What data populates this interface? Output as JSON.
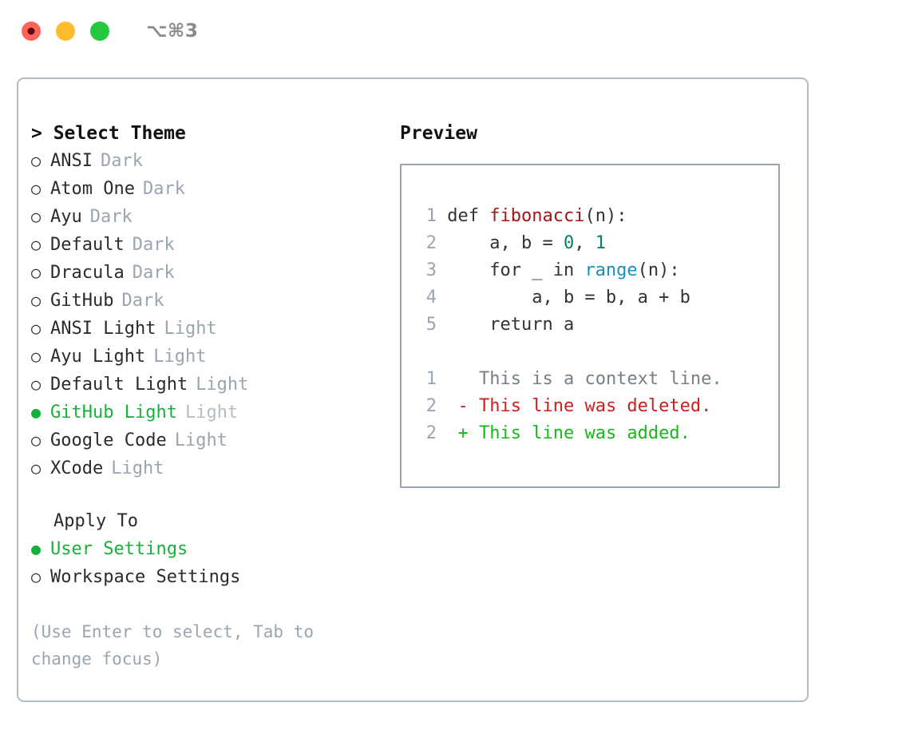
{
  "titlebar": {
    "shortcut": "⌥⌘3",
    "buttons": [
      {
        "name": "close",
        "color": "#ff635b"
      },
      {
        "name": "minimize",
        "color": "#ffbd2e"
      },
      {
        "name": "maximize",
        "color": "#25c940"
      }
    ]
  },
  "theme_section": {
    "heading": "> Select Theme",
    "items": [
      {
        "bullet": "○",
        "label": "ANSI",
        "tag": "Dark",
        "selected": false
      },
      {
        "bullet": "○",
        "label": "Atom One",
        "tag": "Dark",
        "selected": false
      },
      {
        "bullet": "○",
        "label": "Ayu",
        "tag": "Dark",
        "selected": false
      },
      {
        "bullet": "○",
        "label": "Default",
        "tag": "Dark",
        "selected": false
      },
      {
        "bullet": "○",
        "label": "Dracula",
        "tag": "Dark",
        "selected": false
      },
      {
        "bullet": "○",
        "label": "GitHub",
        "tag": "Dark",
        "selected": false
      },
      {
        "bullet": "○",
        "label": "ANSI Light",
        "tag": "Light",
        "selected": false
      },
      {
        "bullet": "○",
        "label": "Ayu Light",
        "tag": "Light",
        "selected": false
      },
      {
        "bullet": "○",
        "label": "Default Light",
        "tag": "Light",
        "selected": false
      },
      {
        "bullet": "●",
        "label": "GitHub Light",
        "tag": "Light",
        "selected": true
      },
      {
        "bullet": "○",
        "label": "Google Code",
        "tag": "Light",
        "selected": false
      },
      {
        "bullet": "○",
        "label": "XCode",
        "tag": "Light",
        "selected": false
      }
    ]
  },
  "apply_section": {
    "heading": "Apply To",
    "items": [
      {
        "bullet": "●",
        "label": "User Settings",
        "selected": true
      },
      {
        "bullet": "○",
        "label": "Workspace Settings",
        "selected": false
      }
    ]
  },
  "hint": "(Use Enter to select, Tab to change focus)",
  "preview": {
    "title": "Preview",
    "code_lines": [
      {
        "num": "1",
        "segments": [
          {
            "text": "def ",
            "style": "plain"
          },
          {
            "text": "fibonacci",
            "style": "fn"
          },
          {
            "text": "(n):",
            "style": "plain"
          }
        ]
      },
      {
        "num": "2",
        "segments": [
          {
            "text": "    a, b = ",
            "style": "plain"
          },
          {
            "text": "0",
            "style": "num"
          },
          {
            "text": ", ",
            "style": "plain"
          },
          {
            "text": "1",
            "style": "num"
          }
        ]
      },
      {
        "num": "3",
        "segments": [
          {
            "text": "    for _ in ",
            "style": "plain"
          },
          {
            "text": "range",
            "style": "call"
          },
          {
            "text": "(n):",
            "style": "plain"
          }
        ]
      },
      {
        "num": "4",
        "segments": [
          {
            "text": "        a, b = b, a + b",
            "style": "plain"
          }
        ]
      },
      {
        "num": "5",
        "segments": [
          {
            "text": "    return a",
            "style": "plain"
          }
        ]
      }
    ],
    "diff_lines": [
      {
        "num": "1",
        "marker": " ",
        "text": "This is a context line.",
        "kind": "context"
      },
      {
        "num": "2",
        "marker": "-",
        "text": "This line was deleted.",
        "kind": "deleted"
      },
      {
        "num": "2",
        "marker": "+",
        "text": "This line was added.",
        "kind": "added"
      }
    ]
  },
  "colors": {
    "accent_green": "#19b03c",
    "muted": "#9aa5b1",
    "border": "#b3bcc9",
    "preview_border": "#9aa5b1",
    "syntax_function": "#a31515",
    "syntax_number": "#0f7a6b",
    "syntax_call": "#1a8fbf",
    "diff_deleted": "#cc1f1f",
    "diff_added": "#18b81c",
    "diff_context": "#777f86"
  }
}
